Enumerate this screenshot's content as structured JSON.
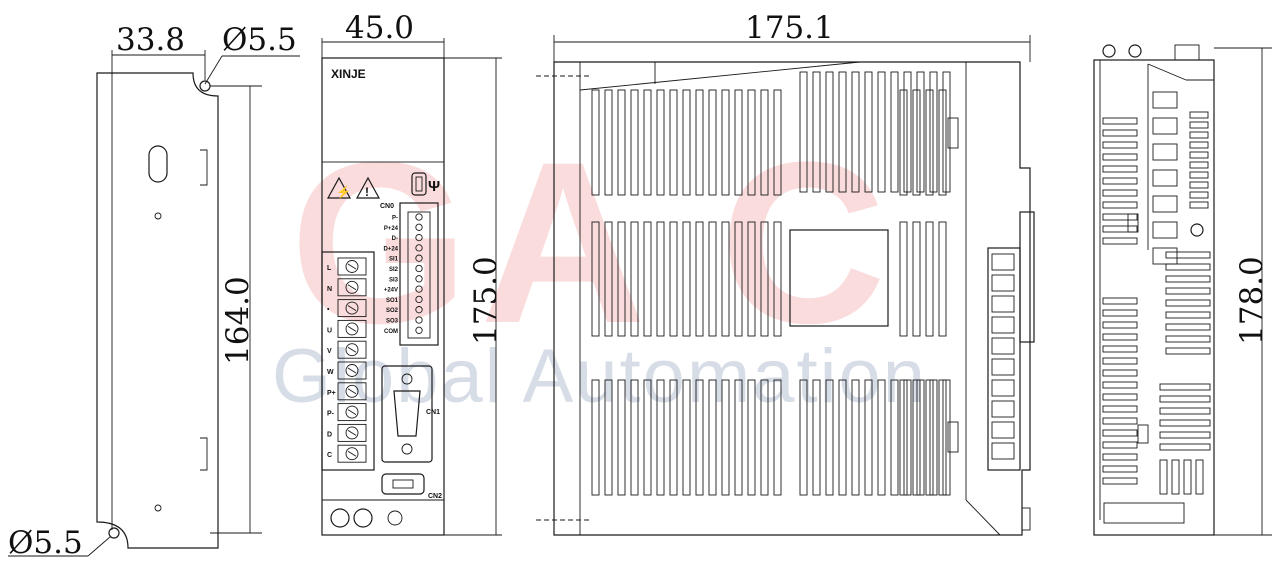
{
  "watermark": {
    "letters": [
      "G",
      "A",
      "C"
    ],
    "tagline": "Global Automation"
  },
  "dimensions": {
    "bracket_width": "33.8",
    "hole_top": "Ø5.5",
    "hole_bottom": "Ø5.5",
    "bracket_height": "164.0",
    "front_width": "45.0",
    "front_height": "175.0",
    "side_depth": "175.1",
    "back_height": "178.0"
  },
  "front_panel": {
    "brand": "XINJE",
    "cn0_label": "CN0",
    "cn0_pins": [
      "P-",
      "P+24",
      "D-",
      "D+24",
      "SI1",
      "SI2",
      "SI3",
      "+24V",
      "SO1",
      "SO2",
      "SO3",
      "COM"
    ],
    "power_terminals": [
      "L",
      "N",
      "•",
      "U",
      "V",
      "W",
      "P+",
      "P-",
      "D",
      "C"
    ],
    "cn1_label": "CN1",
    "cn2_label": "CN2"
  },
  "colors": {
    "line": "#1a1a1a",
    "watermark_red": "#e23b3b",
    "watermark_blue": "#6f86a8"
  }
}
